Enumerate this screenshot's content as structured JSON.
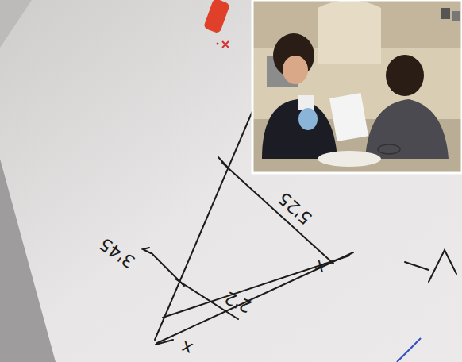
{
  "diagram": {
    "labels": [
      "5'25",
      "2'2",
      "x",
      "x",
      "3'45"
    ]
  }
}
